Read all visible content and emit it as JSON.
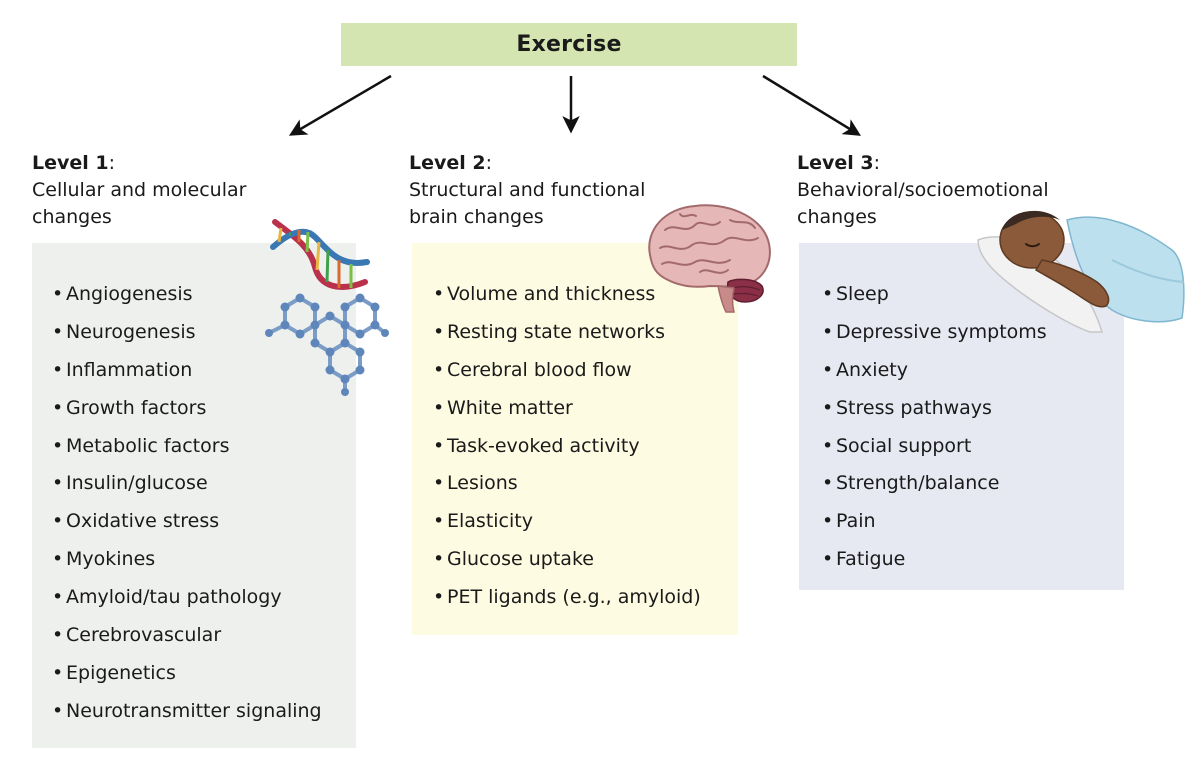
{
  "top": {
    "label": "Exercise"
  },
  "levels": [
    {
      "level_label": "Level 1",
      "colon": ":",
      "description_lines": [
        "Cellular and molecular",
        "changes"
      ],
      "items": [
        "Angiogenesis",
        "Neurogenesis",
        "Inflammation",
        "Growth factors",
        "Metabolic factors",
        "Insulin/glucose",
        "Oxidative stress",
        "Myokines",
        "Amyloid/tau pathology",
        "Cerebrovascular",
        "Epigenetics",
        "Neurotransmitter signaling"
      ],
      "illustration": "dna-molecule-icon"
    },
    {
      "level_label": "Level 2",
      "colon": ":",
      "description_lines": [
        "Structural and functional",
        "brain changes"
      ],
      "items": [
        "Volume and thickness",
        "Resting state networks",
        "Cerebral blood flow",
        "White matter",
        "Task-evoked activity",
        "Lesions",
        "Elasticity",
        "Glucose uptake",
        "PET ligands (e.g., amyloid)"
      ],
      "illustration": "brain-icon"
    },
    {
      "level_label": "Level 3",
      "colon": ":",
      "description_lines": [
        "Behavioral/socioemotional",
        "changes"
      ],
      "items": [
        "Sleep",
        "Depressive symptoms",
        "Anxiety",
        "Stress pathways",
        "Social support",
        "Strength/balance",
        "Pain",
        "Fatigue"
      ],
      "illustration": "sleeping-person-icon"
    }
  ],
  "bullet": "•",
  "colors": {
    "top_box": "#d5e5b1",
    "panel_1": "#eef0ed",
    "panel_2": "#fdfbe1",
    "panel_3": "#e6e8f2"
  }
}
